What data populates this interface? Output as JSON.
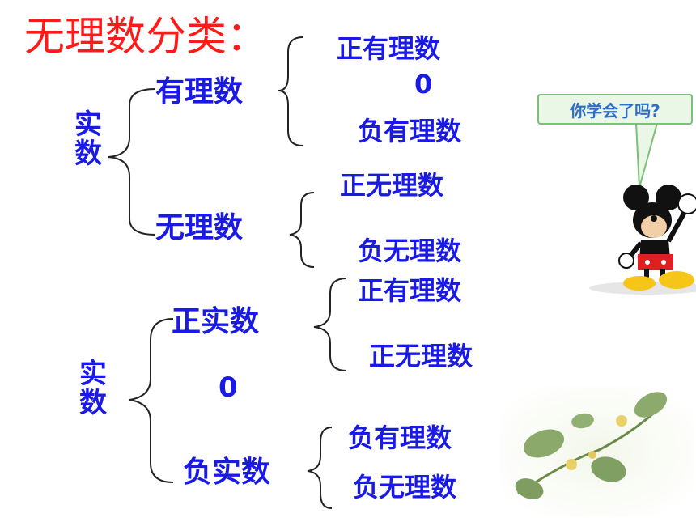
{
  "title": "无理数分类：",
  "classification_1": {
    "root": "实数",
    "rational": {
      "label": "有理数",
      "children": [
        "正有理数",
        "0",
        "负有理数"
      ]
    },
    "irrational": {
      "label": "无理数",
      "children": [
        "正无理数",
        "负无理数"
      ]
    }
  },
  "classification_2": {
    "root": "实数",
    "positive": {
      "label": "正实数",
      "children": [
        "正有理数",
        "正无理数"
      ]
    },
    "zero": "0",
    "negative": {
      "label": "负实数",
      "children": [
        "负有理数",
        "负无理数"
      ]
    }
  },
  "speech_bubble": "你学会了吗?",
  "illustrations": [
    "mickey-mouse-cartoon",
    "plant-sprig-photo"
  ],
  "colors": {
    "title": "#ff1a1a",
    "text": "#1a1ae6",
    "brace": "#222222",
    "bubble_fill": "#eaf6e6",
    "bubble_border": "#7bbf7b",
    "bubble_text": "#2e6cc8"
  }
}
